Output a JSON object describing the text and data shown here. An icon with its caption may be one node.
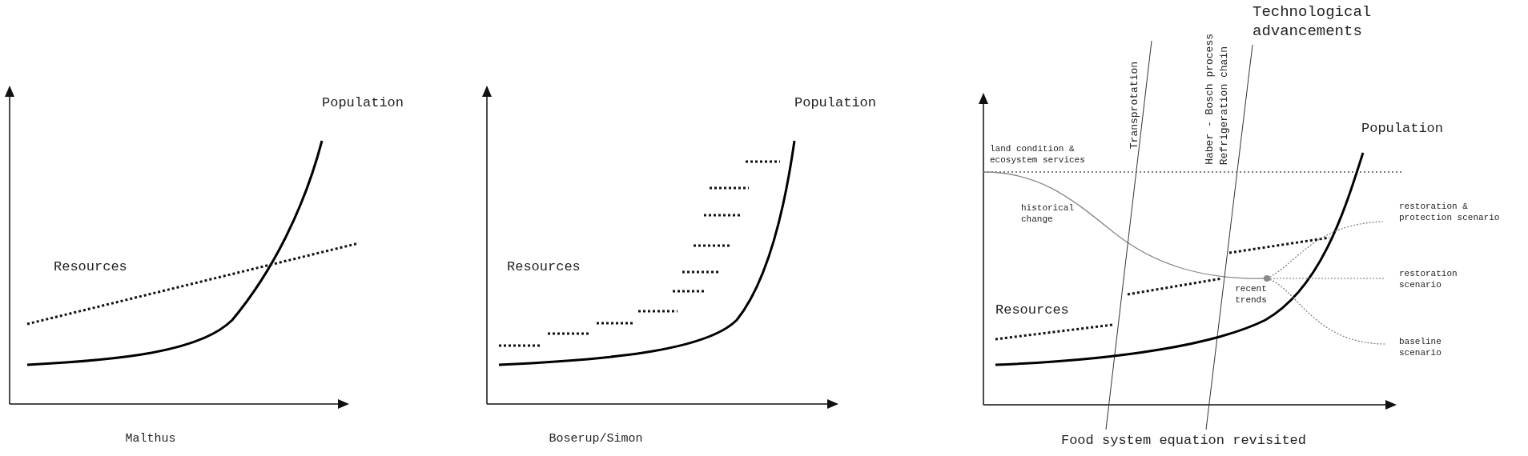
{
  "diagram": {
    "labels": [
      "Population",
      "Resources",
      "Malthus",
      "Population",
      "Resources",
      "Boserup/Simon",
      "Technological advancements",
      "Transprotation",
      "Haber - Bosch process",
      "Refrigeration chain",
      "land condition & ecosystem services",
      "Population",
      "historical change",
      "restoration & protection scenario",
      "restoration scenario",
      "recent trends",
      "Resources",
      "baseline scenario",
      "Food system equation revisited"
    ]
  }
}
